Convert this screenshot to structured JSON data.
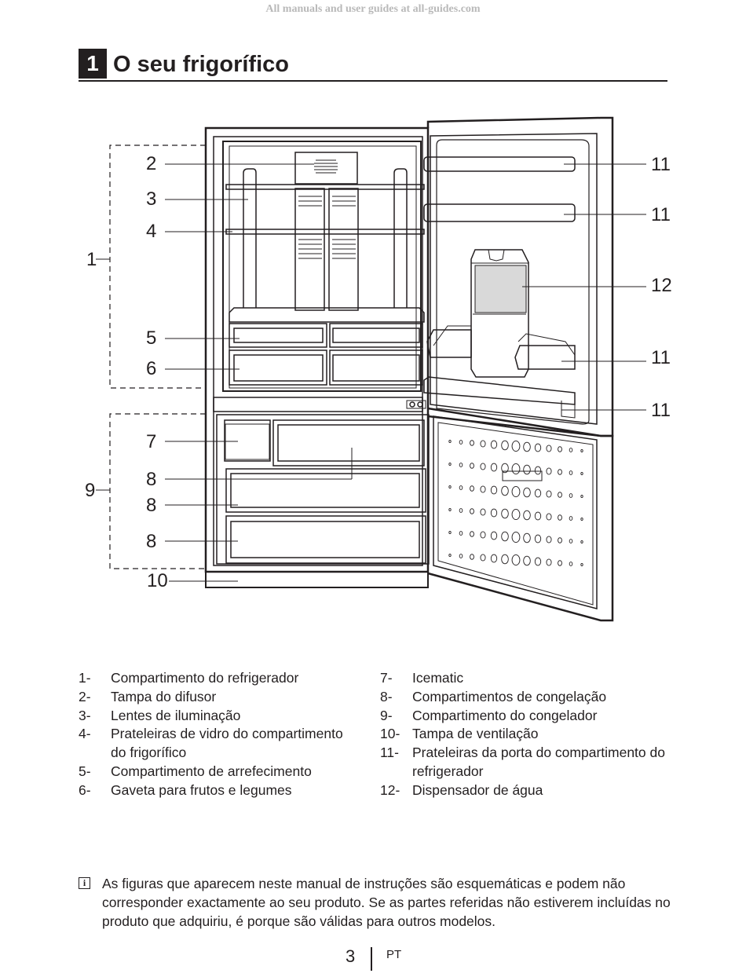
{
  "watermark": "All manuals and user guides at all-guides.com",
  "heading": {
    "number": "1",
    "title": "O seu frigorífico"
  },
  "callouts": [
    "1",
    "2",
    "3",
    "4",
    "5",
    "6",
    "7",
    "8",
    "9",
    "10",
    "11",
    "12"
  ],
  "legend": {
    "left": [
      {
        "num": "1-",
        "text": "Compartimento do refrigerador"
      },
      {
        "num": "2-",
        "text": "Tampa do difusor"
      },
      {
        "num": "3-",
        "text": "Lentes de iluminação"
      },
      {
        "num": "4-",
        "text": "Prateleiras de vidro do compartimento do frigorífico"
      },
      {
        "num": "5-",
        "text": "Compartimento de arrefecimento"
      },
      {
        "num": "6-",
        "text": "Gaveta para frutos e legumes"
      }
    ],
    "right": [
      {
        "num": "7-",
        "text": "Icematic"
      },
      {
        "num": "8-",
        "text": "Compartimentos de congelação"
      },
      {
        "num": "9-",
        "text": "Compartimento do congelador"
      },
      {
        "num": "10-",
        "text": "Tampa de ventilação"
      },
      {
        "num": "11-",
        "text": "Prateleiras da porta do compartimento do refrigerador"
      },
      {
        "num": "12-",
        "text": "Dispensador de água"
      }
    ]
  },
  "note": {
    "icon": "info-icon",
    "text": "As figuras que aparecem neste manual de instruções são esquemáticas e podem não corresponder exactamente ao seu produto. Se as partes referidas não estiverem incluídas no produto que adquiriu, é porque são válidas para outros modelos."
  },
  "footer": {
    "page": "3",
    "lang": "PT"
  }
}
